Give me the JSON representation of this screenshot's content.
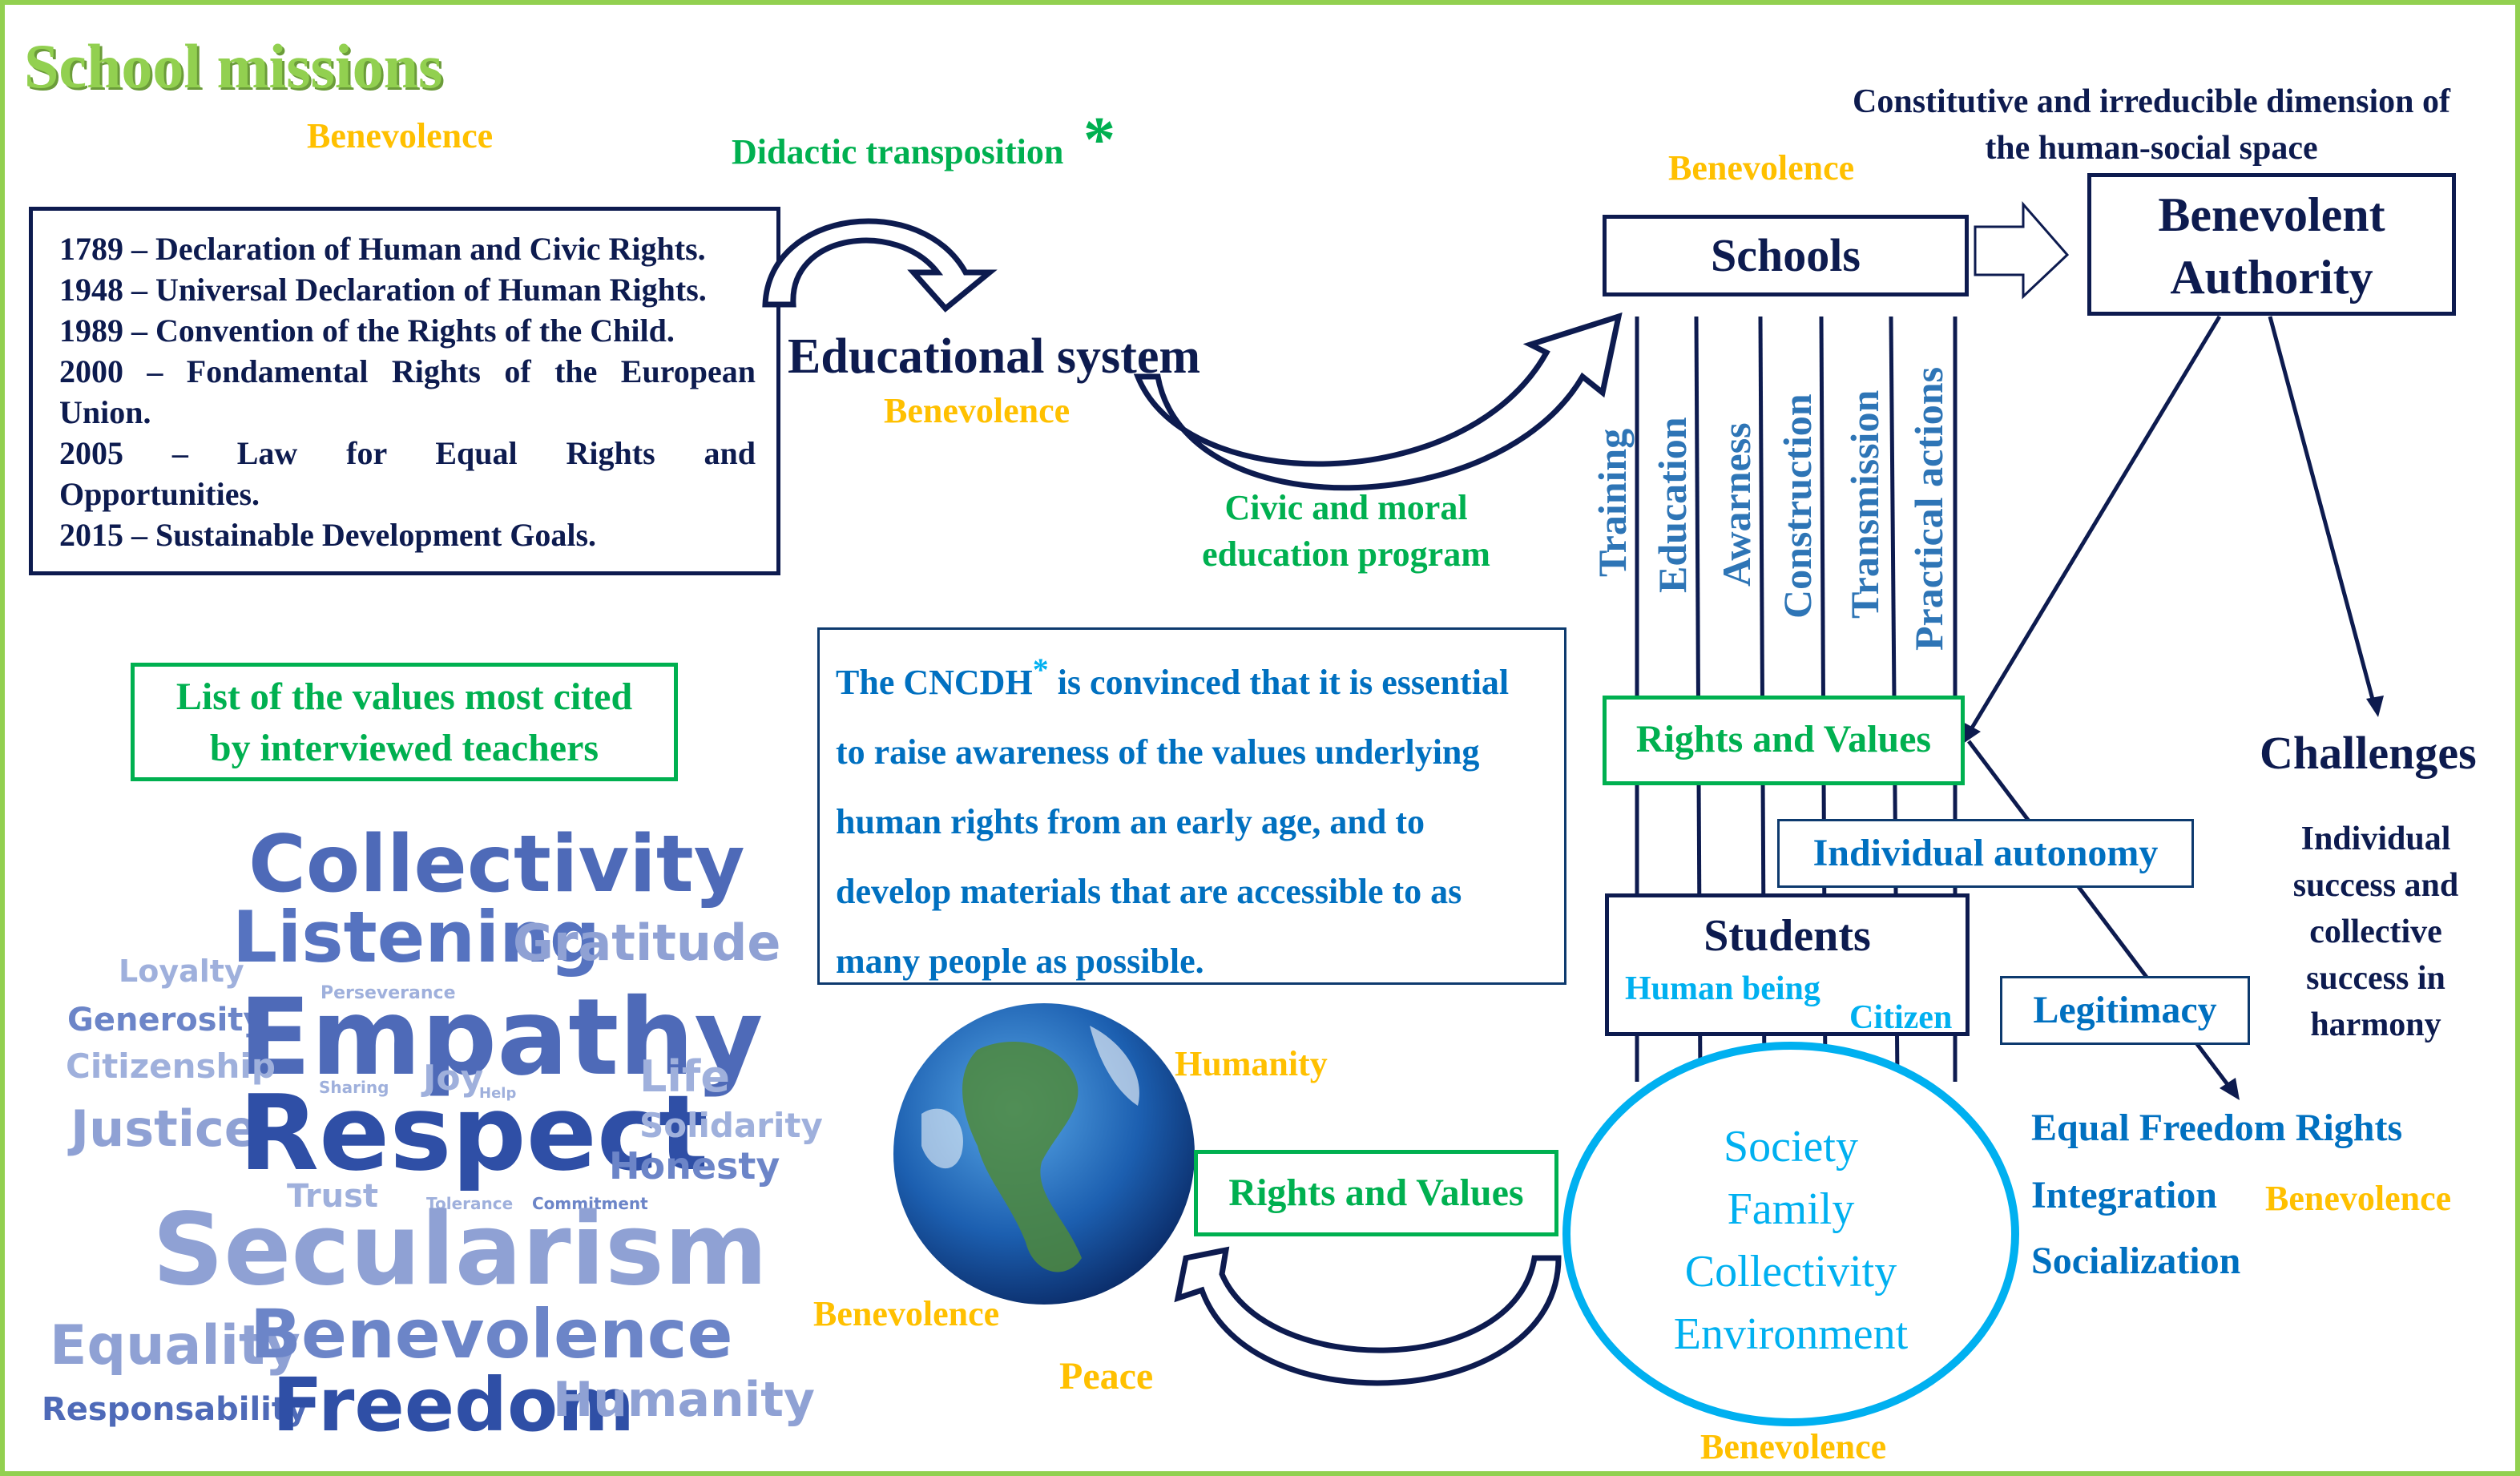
{
  "title": "School missions",
  "benevolence": "Benevolence",
  "didactic": "Didactic transposition",
  "asterisk": "*",
  "history": {
    "lines": [
      "1789 – Declaration of Human and Civic Rights.",
      "1948 – Universal Declaration of Human Rights.",
      "1989 – Convention of the Rights of the Child.",
      "2000 – Fondamental Rights of the European",
      "Union.",
      "2005 – Law for Equal Rights and",
      "Opportunities.",
      "2015 – Sustainable Development Goals."
    ]
  },
  "educational_system": "Educational system",
  "civic": [
    "Civic and moral",
    "education program"
  ],
  "schools": "Schools",
  "constitutive": [
    "Constitutive and irreducible dimension of",
    "the human-social space"
  ],
  "authority": [
    "Benevolent",
    "Authority"
  ],
  "pillars": [
    "Training",
    "Education",
    "Awarness",
    "Construction",
    "Transmission",
    "Practical actions"
  ],
  "rights_values": "Rights and Values",
  "individual_autonomy": "Individual autonomy",
  "challenges": "Challenges",
  "challenges_text": [
    "Individual",
    "success and",
    "collective",
    "success in",
    "harmony"
  ],
  "students": "Students",
  "human_being": "Human being",
  "citizen": "Citizen",
  "legitimacy": "Legitimacy",
  "outcomes": [
    "Equal Freedom Rights",
    "Integration",
    "Socialization"
  ],
  "values_list_box": [
    "List of the values most cited",
    "by interviewed teachers"
  ],
  "cncdh": {
    "prefix": "The CNCDH",
    "lines_first_rest": " is convinced that it is essential",
    "lines": [
      "to raise awareness of the values underlying",
      "human rights from an early age, and to",
      "develop materials that are accessible to as",
      "many people as possible."
    ]
  },
  "society": [
    "Society",
    "Family",
    "Collectivity",
    "Environment"
  ],
  "humanity": "Humanity",
  "peace": "Peace",
  "word_cloud": [
    "Collectivity",
    "Listening",
    "Gratitude",
    "Loyalty",
    "Perseverance",
    "Generosity",
    "Empathy",
    "Citizenship",
    "Sharing",
    "Joy",
    "Help",
    "Life",
    "Justice",
    "Respect",
    "Solidarity",
    "Honesty",
    "Trust",
    "Tolerance",
    "Commitment",
    "Secularism",
    "Equality",
    "Benevolence",
    "Responsability",
    "Freedom",
    "Humanity"
  ],
  "colors": {
    "frame": "#92d050",
    "navy": "#0d1b4f",
    "green": "#00b050",
    "gold": "#ffc000",
    "blue": "#0070c0",
    "cyan": "#00b0f0"
  }
}
